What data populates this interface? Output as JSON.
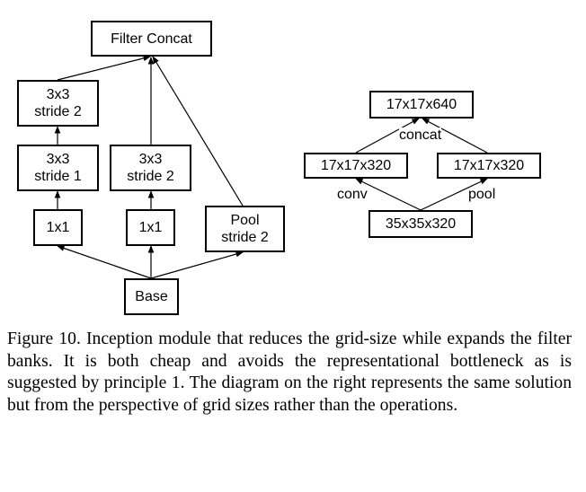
{
  "left_diagram": {
    "filter_concat": "Filter Concat",
    "b1_3x3_s2": "3x3\nstride 2",
    "b1_3x3_s1": "3x3\nstride 1",
    "b1_1x1": "1x1",
    "b2_3x3_s2": "3x3\nstride 2",
    "b2_1x1": "1x1",
    "pool": "Pool\nstride 2",
    "base": "Base"
  },
  "right_diagram": {
    "top": "17x17x640",
    "left": "17x17x320",
    "right": "17x17x320",
    "bottom": "35x35x320",
    "concat_label": "concat",
    "conv_label": "conv",
    "pool_label": "pool"
  },
  "caption": "Figure 10. Inception module that reduces the grid-size while expands the filter banks. It is both cheap and avoids the representational bottleneck as is suggested by principle 1. The diagram on the right represents the same solution but from the perspective of grid sizes rather than the operations."
}
